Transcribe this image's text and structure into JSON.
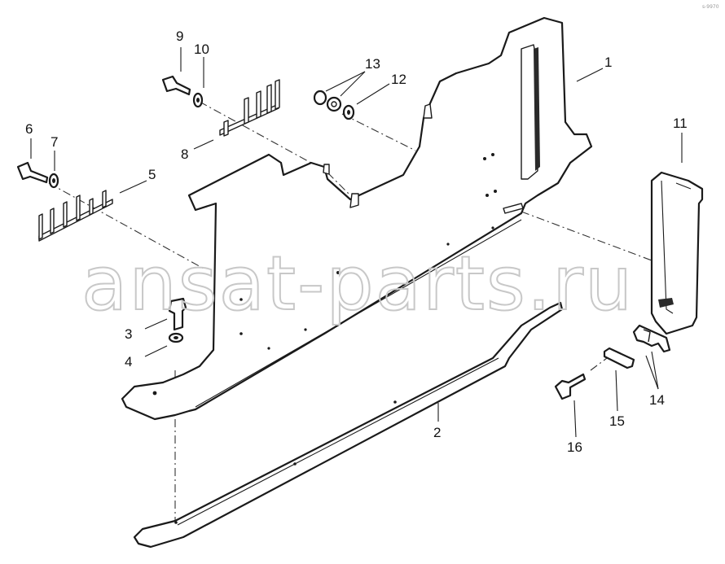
{
  "watermark": "ansat-parts.ru",
  "corner_mark": "s-9970",
  "callouts": [
    {
      "id": "c1",
      "label": "1"
    },
    {
      "id": "c2",
      "label": "2"
    },
    {
      "id": "c3",
      "label": "3"
    },
    {
      "id": "c4",
      "label": "4"
    },
    {
      "id": "c5",
      "label": "5"
    },
    {
      "id": "c6",
      "label": "6"
    },
    {
      "id": "c7",
      "label": "7"
    },
    {
      "id": "c8",
      "label": "8"
    },
    {
      "id": "c9",
      "label": "9"
    },
    {
      "id": "c10",
      "label": "10"
    },
    {
      "id": "c11",
      "label": "11"
    },
    {
      "id": "c12",
      "label": "12"
    },
    {
      "id": "c13",
      "label": "13"
    },
    {
      "id": "c14",
      "label": "14"
    },
    {
      "id": "c15",
      "label": "15"
    },
    {
      "id": "c16",
      "label": "16"
    }
  ]
}
